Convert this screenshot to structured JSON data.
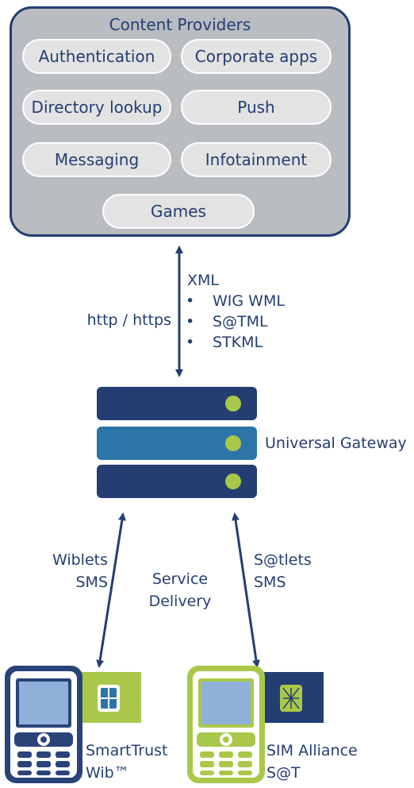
{
  "providers": {
    "title": "Content Providers",
    "items": [
      "Authentication",
      "Corporate apps",
      "Directory lookup",
      "Push",
      "Messaging",
      "Infotainment",
      "Games"
    ]
  },
  "top_link": {
    "protocol": "http / https",
    "format_title": "XML",
    "formats": [
      "WIG WML",
      "S@TML",
      "STKML"
    ]
  },
  "gateway": {
    "label": "Universal Gateway"
  },
  "left_link": {
    "line1": "Wiblets",
    "line2": "SMS"
  },
  "center_label": {
    "line1": "Service",
    "line2": "Delivery"
  },
  "right_link": {
    "line1": "S@tlets",
    "line2": "SMS"
  },
  "phones": [
    {
      "line1": "SmartTrust",
      "line2": "Wib™"
    },
    {
      "line1": "SIM Alliance",
      "line2": "S@T"
    }
  ],
  "colors": {
    "navy": "#243e73",
    "mid_blue": "#2b75a8",
    "green": "#a9c84a",
    "gray": "#b9bcc0",
    "screen": "#8fb0d9"
  }
}
